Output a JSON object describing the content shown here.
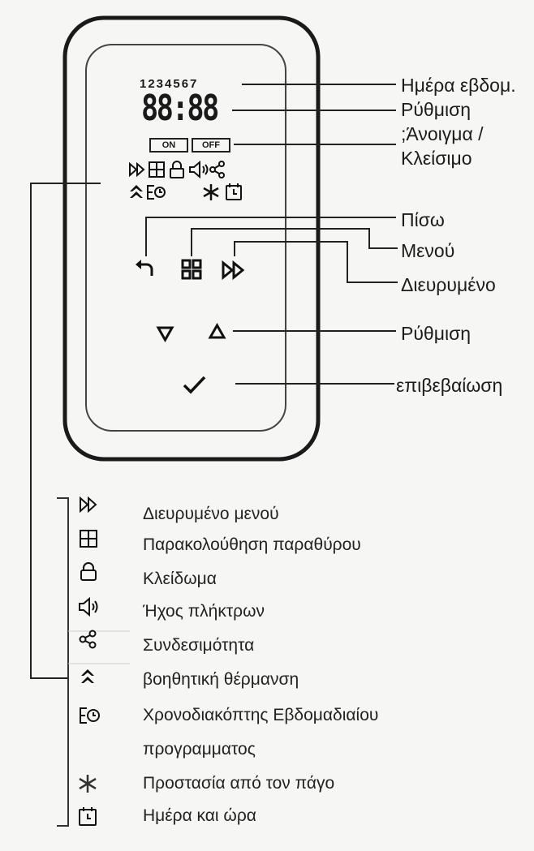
{
  "display": {
    "days": "1234567",
    "time": "88:88",
    "on_label": "ON",
    "off_label": "OFF"
  },
  "callouts": {
    "weekday": "Ημέρα εβδομ.",
    "setting_top": "Ρύθμιση",
    "on_off_line1": ";Άνοιγμα /",
    "on_off_line2": "Κλείσιμο",
    "back": "Πίσω",
    "menu": "Μενού",
    "extended": "Διευρυμένο",
    "setting": "Ρύθμιση",
    "confirm": "επιβεβαίωση"
  },
  "legend": [
    {
      "icon": "fast-forward-icon",
      "text": "Διευρυμένο μενού"
    },
    {
      "icon": "window-grid-icon",
      "text": "Παρακολούθηση παραθύρου"
    },
    {
      "icon": "lock-icon",
      "text": "Κλείδωμα"
    },
    {
      "icon": "speaker-icon",
      "text": "Ήχος πλήκτρων"
    },
    {
      "icon": "share-icon",
      "text": "Συνδεσιμότητα"
    },
    {
      "icon": "double-chevron-up-icon",
      "text": "βοηθητική θέρμανση"
    },
    {
      "icon": "weekly-timer-icon",
      "text": "Χρονοδιακόπτης Εβδομαδιαίου"
    },
    {
      "icon": "",
      "text": "προγραμματος"
    },
    {
      "icon": "snowflake-icon",
      "text": "Προστασία από τον πάγο"
    },
    {
      "icon": "calendar-clock-icon",
      "text": "Ημέρα και ώρα"
    }
  ]
}
